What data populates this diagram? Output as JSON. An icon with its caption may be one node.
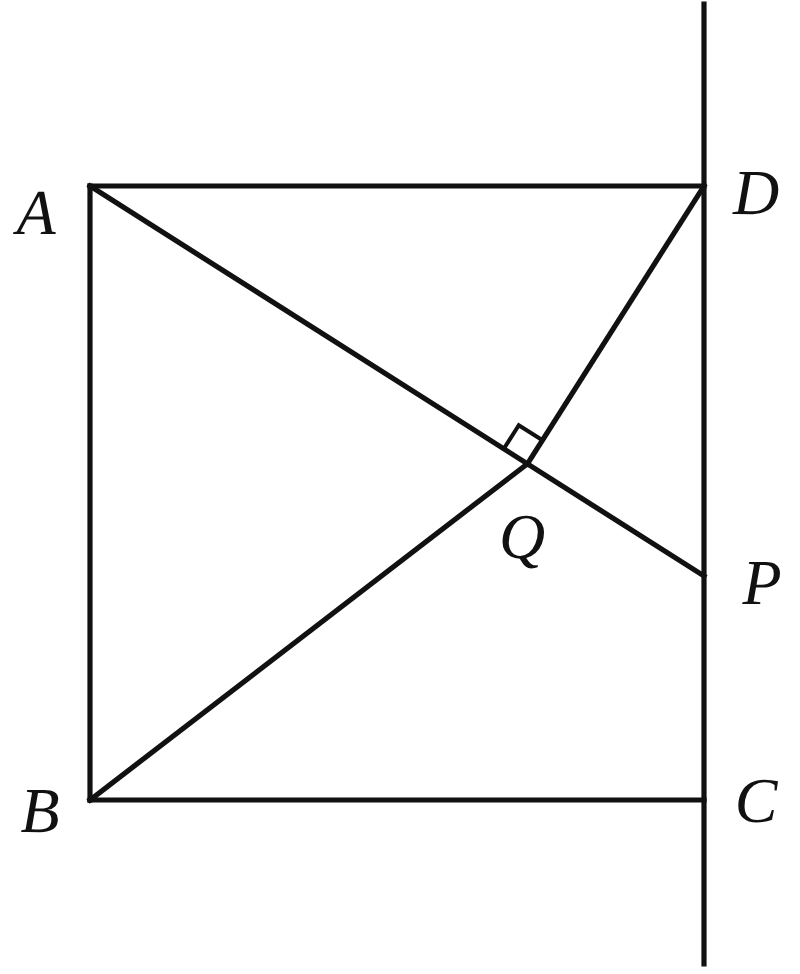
{
  "diagram": {
    "labels": [
      "A",
      "D",
      "Q",
      "P",
      "B",
      "C"
    ]
  }
}
